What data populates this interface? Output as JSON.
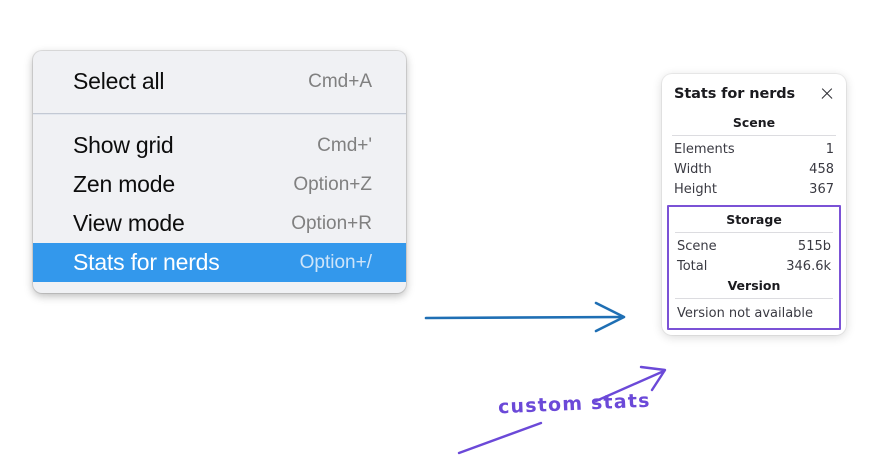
{
  "colors": {
    "menu_background": "#f0f1f4",
    "menu_separator": "#c3c9d4",
    "menu_highlight": "#3398ec",
    "menu_label": "#0d0d0d",
    "menu_shortcut": "#808080",
    "panel_background": "#ffffff",
    "panel_text": "#3a3a42",
    "panel_rule": "#dcdce0",
    "annotation_purple": "#6b49d8",
    "highlight_frame_purple": "#7b52d6",
    "annotation_blue": "#1f6fb4",
    "page_background": "#ffffff"
  },
  "context_menu": {
    "groups": [
      {
        "items": [
          {
            "label": "Select all",
            "shortcut": "Cmd+A",
            "selected": false
          }
        ]
      },
      {
        "items": [
          {
            "label": "Show grid",
            "shortcut": "Cmd+'",
            "selected": false
          },
          {
            "label": "Zen mode",
            "shortcut": "Option+Z",
            "selected": false
          },
          {
            "label": "View mode",
            "shortcut": "Option+R",
            "selected": false
          },
          {
            "label": "Stats for nerds",
            "shortcut": "Option+/",
            "selected": true
          }
        ]
      }
    ]
  },
  "stats_panel": {
    "title": "Stats for nerds",
    "close_icon": "close-icon",
    "scene": {
      "heading": "Scene",
      "rows": [
        {
          "label": "Elements",
          "value": "1"
        },
        {
          "label": "Width",
          "value": "458"
        },
        {
          "label": "Height",
          "value": "367"
        }
      ]
    },
    "storage": {
      "heading": "Storage",
      "rows": [
        {
          "label": "Scene",
          "value": "515b"
        },
        {
          "label": "Total",
          "value": "346.6k"
        }
      ]
    },
    "version": {
      "heading": "Version",
      "text": "Version not available"
    }
  },
  "annotations": {
    "handwritten_label": "custom stats",
    "blue_arrow": "arrow-menu-to-panel",
    "purple_arrow": "arrow-label-to-custom-stats"
  }
}
